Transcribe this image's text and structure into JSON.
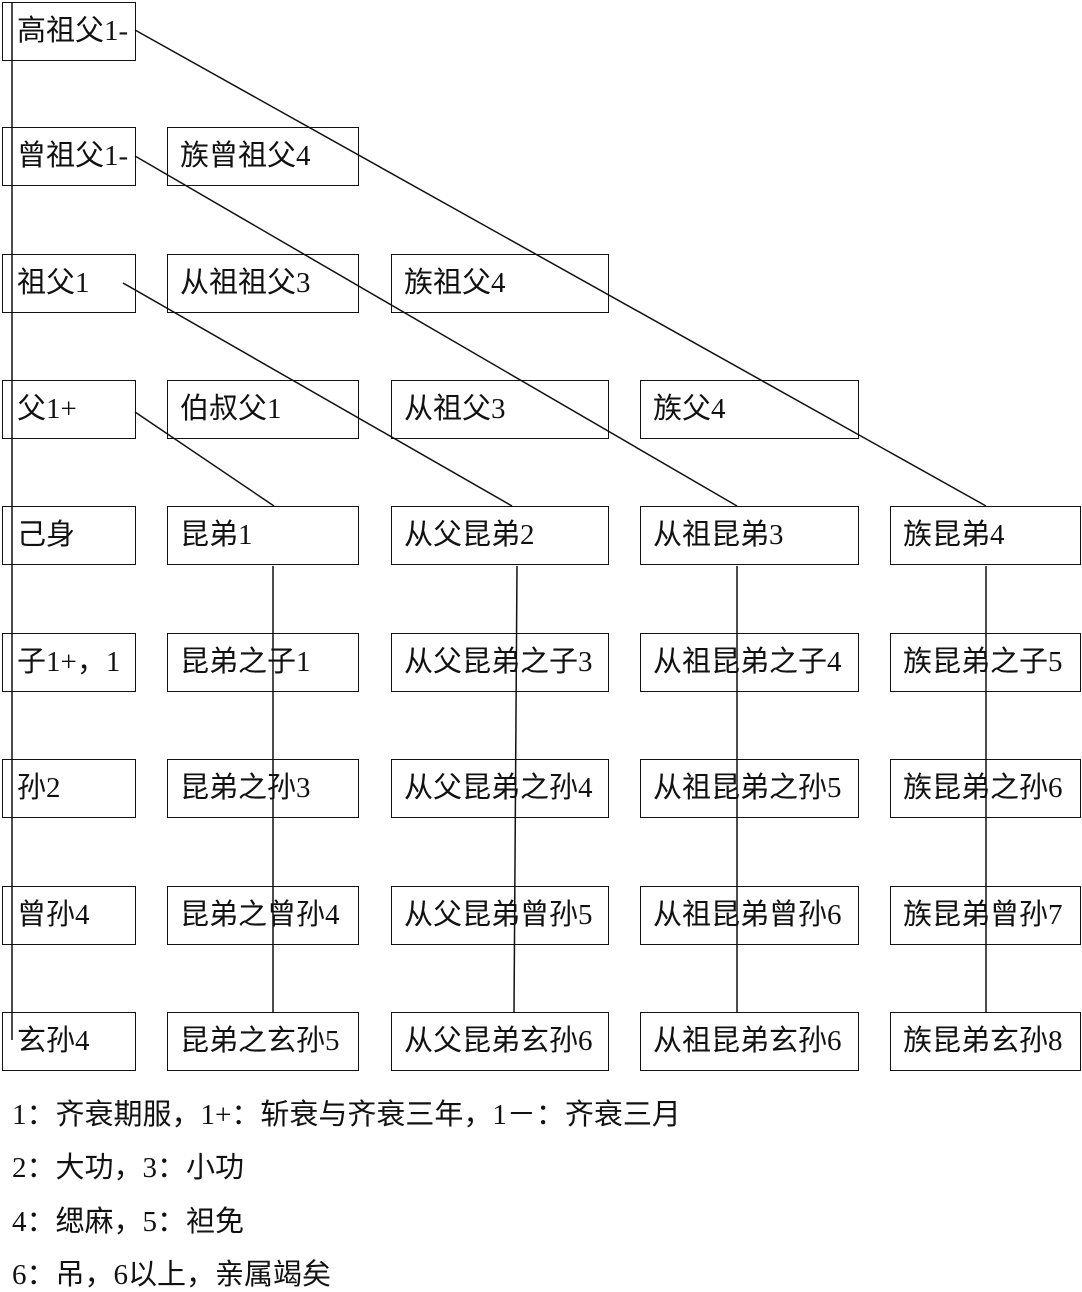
{
  "grid": [
    [
      "高祖父1-"
    ],
    [
      "曾祖父1-",
      "族曾祖父4"
    ],
    [
      "祖父1",
      "从祖祖父3",
      "族祖父4"
    ],
    [
      "父1+",
      "伯叔父1",
      "从祖父3",
      "族父4"
    ],
    [
      "己身",
      "昆弟1",
      "从父昆弟2",
      "从祖昆弟3",
      "族昆弟4"
    ],
    [
      "子1+，1",
      "昆弟之子1",
      "从父昆弟之子3",
      "从祖昆弟之子4",
      "族昆弟之子5"
    ],
    [
      "孙2",
      "昆弟之孙3",
      "从父昆弟之孙4",
      "从祖昆弟之孙5",
      "族昆弟之孙6"
    ],
    [
      "曾孙4",
      "昆弟之曾孙4",
      "从父昆弟曾孙5",
      "从祖昆弟曾孙6",
      "族昆弟曾孙7"
    ],
    [
      "玄孙4",
      "昆弟之玄孙5",
      "从父昆弟玄孙6",
      "从祖昆弟玄孙6",
      "族昆弟玄孙8"
    ]
  ],
  "legend": [
    "1：齐衰期服，1+：斩衰与齐衰三年，1－：齐衰三月",
    "2：大功，3：小功",
    "4：缌麻，5：袒免",
    "6：吊，6以上，亲属竭矣"
  ]
}
